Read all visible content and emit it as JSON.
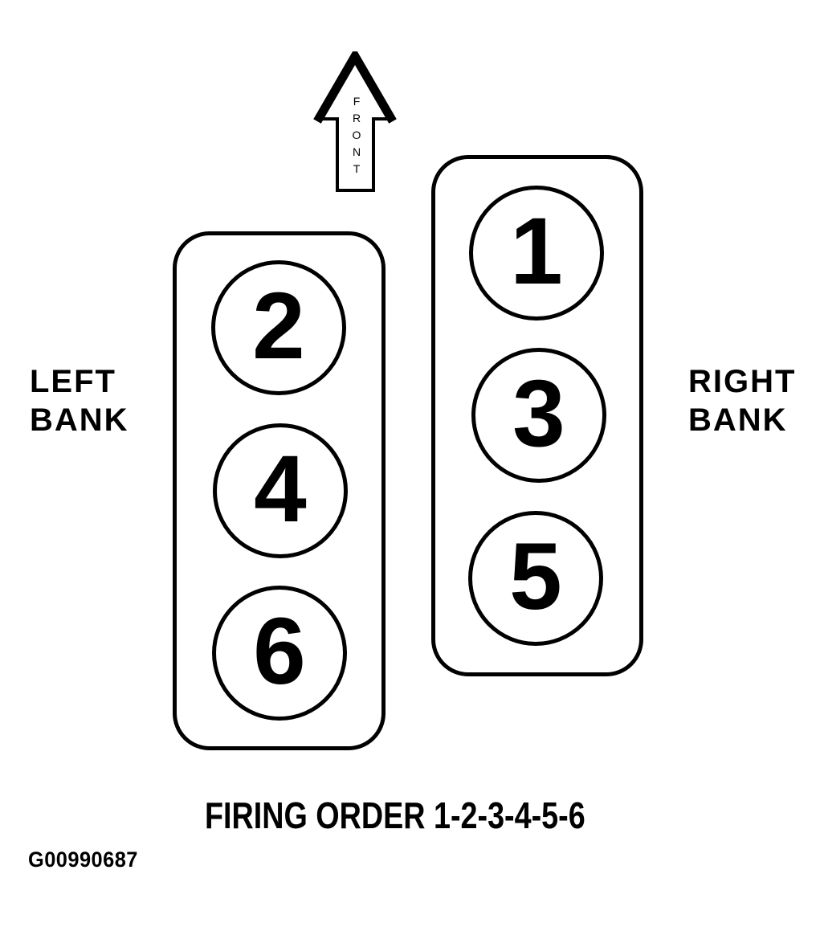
{
  "figure": {
    "front_arrow_label": "FRONT",
    "left_bank": {
      "label_line1": "LEFT",
      "label_line2": "BANK",
      "cylinders": [
        "2",
        "4",
        "6"
      ]
    },
    "right_bank": {
      "label_line1": "RIGHT",
      "label_line2": "BANK",
      "cylinders": [
        "1",
        "3",
        "5"
      ]
    },
    "caption": "FIRING ORDER 1-2-3-4-5-6",
    "figure_id": "G00990687",
    "colors": {
      "ink": "#000000",
      "paper": "#ffffff"
    }
  }
}
